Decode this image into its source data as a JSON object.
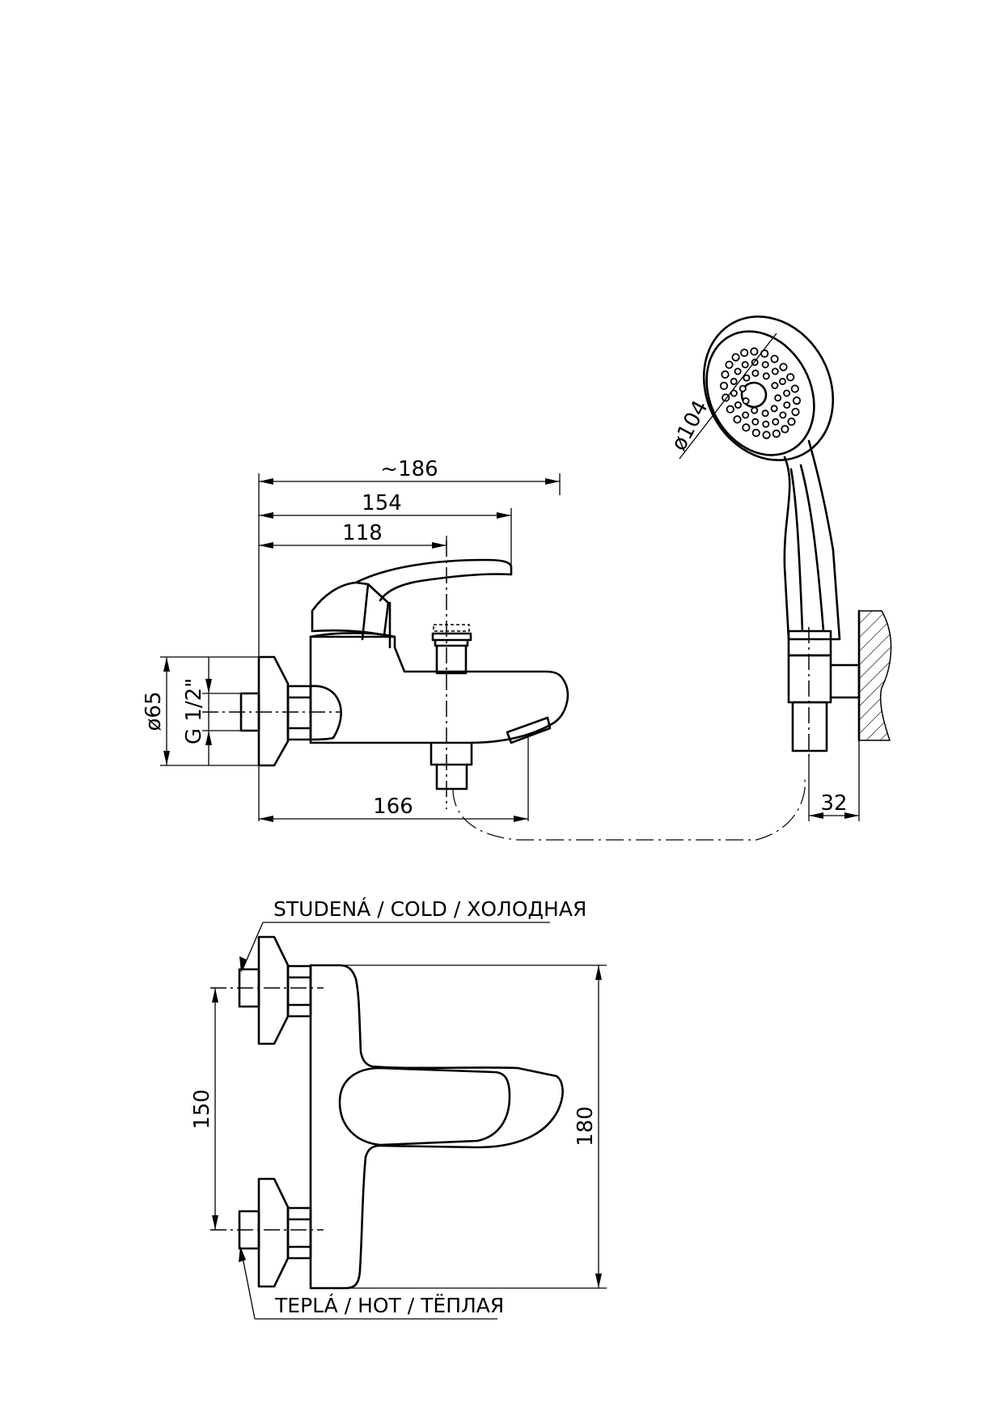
{
  "dimensions": {
    "overall_length": "~186",
    "lever_reach": "154",
    "spout_axis": "118",
    "base_length": "166",
    "inlet_diameter": "ø65",
    "inlet_thread": "G 1/2\"",
    "handshower_diameter": "ø104",
    "holder_projection": "32",
    "inlet_spacing": "150",
    "body_width": "180"
  },
  "labels": {
    "cold": "STUDENÁ / COLD / ХОЛОДНАЯ",
    "hot": "TEPLÁ / HOT / ТЁПЛАЯ"
  }
}
